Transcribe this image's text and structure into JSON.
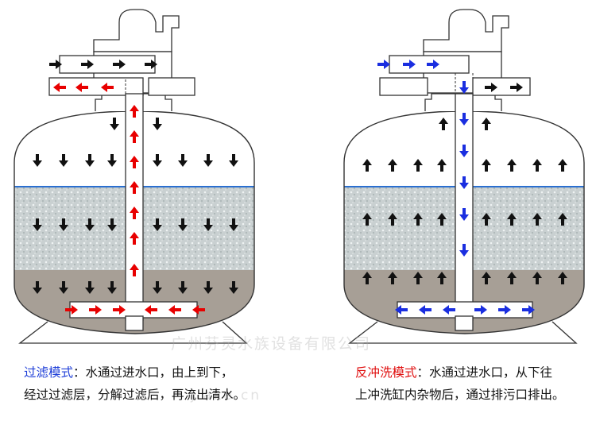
{
  "captions": {
    "filter_mode": {
      "title": "过滤模式",
      "line1_text": "：水通过进水口，由上到下，",
      "line2_text": "经过过滤层，分解过滤后，再流出清水。"
    },
    "backwash_mode": {
      "title": "反冲洗模式",
      "line1_text": "：水通过进水口，从下往",
      "line2_text": "上冲洗缸内杂物后，通过排污口排出。"
    }
  },
  "watermark": {
    "line1": "广州芬灵水族设备有限公司",
    "line2": "jiake.cn"
  },
  "colors": {
    "filter_mode_title": "#1f3fd8",
    "backwash_mode_title": "#e01010",
    "arrow_black": "#111111",
    "arrow_red": "#e80000",
    "arrow_blue": "#1a2ee0",
    "water_line": "#2a6fd0",
    "sediment": "#a79f96",
    "media": "#c8cfd0"
  }
}
